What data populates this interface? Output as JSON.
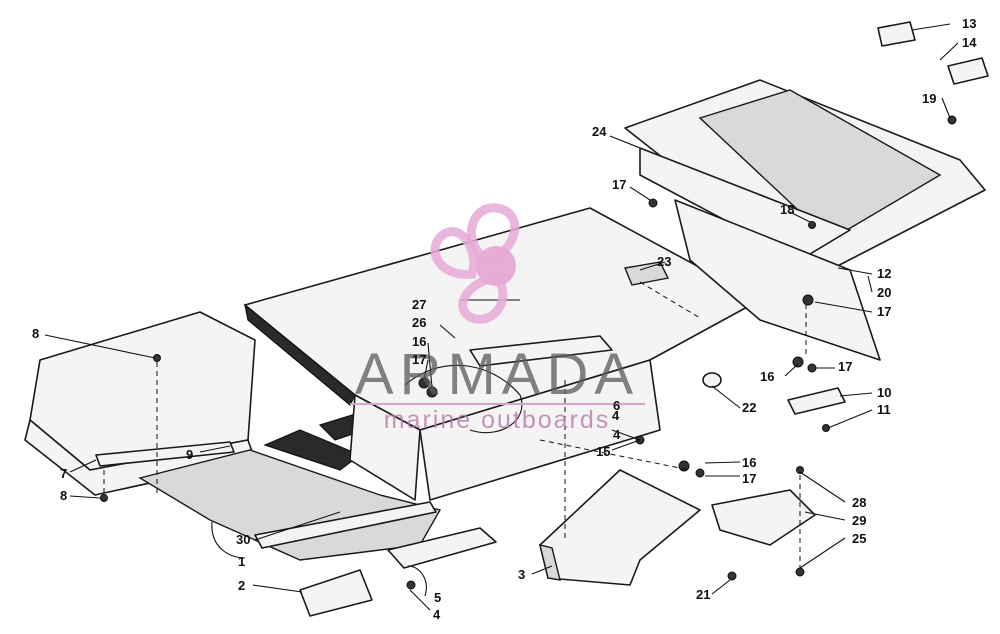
{
  "callouts": {
    "c1": "1",
    "c2": "2",
    "c3": "3",
    "c4a": "4",
    "c4b": "4",
    "c4c": "4",
    "c5": "5",
    "c6": "6",
    "c7": "7",
    "c8a": "8",
    "c8b": "8",
    "c9": "9",
    "c10": "10",
    "c11": "11",
    "c12": "12",
    "c13": "13",
    "c14": "14",
    "c15": "15",
    "c16a": "16",
    "c16b": "16",
    "c16c": "16",
    "c17a": "17",
    "c17b": "17",
    "c17c": "17",
    "c17d": "17",
    "c17e": "17",
    "c18": "18",
    "c19": "19",
    "c20": "20",
    "c21": "21",
    "c22": "22",
    "c23": "23",
    "c24": "24",
    "c25": "25",
    "c26": "26",
    "c27": "27",
    "c28": "28",
    "c29": "29",
    "c30": "30"
  },
  "watermark": {
    "brand": "ARMADA",
    "tagline": "marine outboards",
    "logo": "propeller-logo",
    "logo_color": "#e7a9d5",
    "hub_color": "#e7a9d5"
  }
}
